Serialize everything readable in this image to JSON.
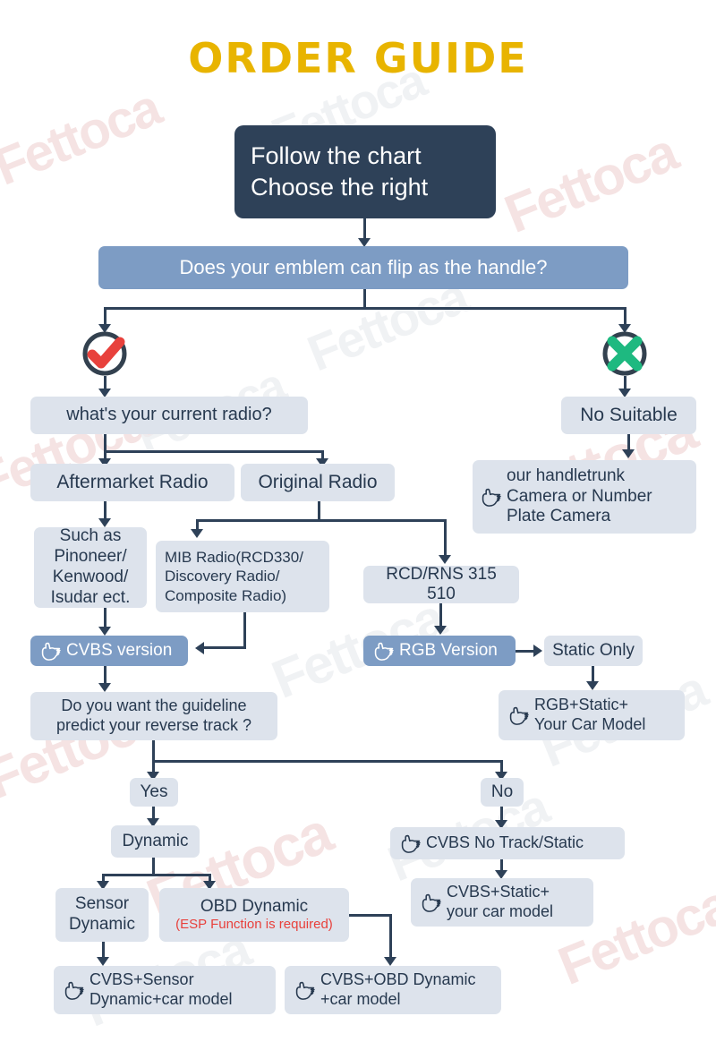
{
  "page": {
    "title": "ORDER GUIDE",
    "watermark_text": "Fettoca",
    "background": "#ffffff"
  },
  "colors": {
    "title": "#e8b400",
    "dark_box": "#2e4158",
    "blue_box": "#7d9cc4",
    "light_box": "#dde3ec",
    "text_dark": "#27394f",
    "text_light": "#ffffff",
    "warning_red": "#e8413c",
    "check_red": "#e8413c",
    "cross_green": "#1eb980",
    "connector": "#2e4158"
  },
  "nodes": {
    "intro": {
      "line1": "Follow the chart",
      "line2": "Choose the right"
    },
    "question_emblem": {
      "label": "Does your emblem can flip as the handle?"
    },
    "decision_yes_icon": {
      "name": "check-circle-icon"
    },
    "decision_no_icon": {
      "name": "cross-circle-icon"
    },
    "question_radio": {
      "label": "what's your current radio?"
    },
    "aftermarket_radio": {
      "label": "Aftermarket Radio"
    },
    "original_radio": {
      "label": "Original Radio"
    },
    "no_suitable": {
      "label": "No Suitable"
    },
    "handletrunk_camera": {
      "line1": "our handletrunk",
      "line2": "Camera or Number",
      "line3": "Plate Camera"
    },
    "such_as": {
      "line1": "Such as",
      "line2": "Pinoneer/",
      "line3": "Kenwood/",
      "line4": "Isudar ect."
    },
    "mib_radio": {
      "line1": "MIB Radio(RCD330/",
      "line2": "Discovery Radio/",
      "line3": "Composite Radio)"
    },
    "rcd_rns": {
      "label": "RCD/RNS 315 510"
    },
    "cvbs_version": {
      "label": "CVBS version"
    },
    "rgb_version": {
      "label": "RGB Version"
    },
    "static_only": {
      "label": "Static Only"
    },
    "rgb_static_car": {
      "line1": "RGB+Static+",
      "line2": "Your Car Model"
    },
    "question_guideline": {
      "line1": "Do you want the guideline",
      "line2": "predict your reverse track ?"
    },
    "answer_yes": {
      "label": "Yes"
    },
    "answer_no": {
      "label": "No"
    },
    "dynamic": {
      "label": "Dynamic"
    },
    "sensor_dynamic": {
      "line1": "Sensor",
      "line2": "Dynamic"
    },
    "obd_dynamic": {
      "label": "OBD Dynamic",
      "note": "(ESP Function is required)"
    },
    "cvbs_no_track": {
      "label": "CVBS  No Track/Static"
    },
    "cvbs_static_car": {
      "line1": "CVBS+Static+",
      "line2": "your car model"
    },
    "cvbs_sensor_result": {
      "line1": "CVBS+Sensor",
      "line2": "Dynamic+car model"
    },
    "cvbs_obd_result": {
      "line1": "CVBS+OBD Dynamic",
      "line2": "+car model"
    }
  }
}
